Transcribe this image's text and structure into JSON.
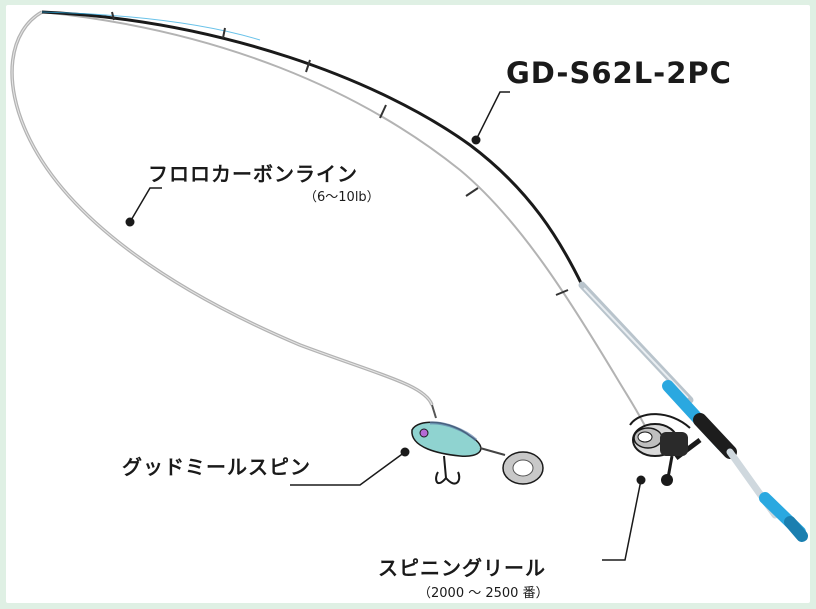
{
  "labels": {
    "rod": "GD-S62L-2PC",
    "line": "フロロカーボンライン",
    "line_spec": "（6～10lb）",
    "lure": "グッドミールスピン",
    "reel": "スピニングリール",
    "reel_spec": "（2000 ～ 2500 番）"
  },
  "colors": {
    "background": "#dff0e4",
    "rod_blank": "#1a1a1a",
    "rod_butt": "#2aa8e0",
    "line": "#b0b0b0",
    "lure_body": "#8fd3d0",
    "text": "#1a1a1a"
  }
}
